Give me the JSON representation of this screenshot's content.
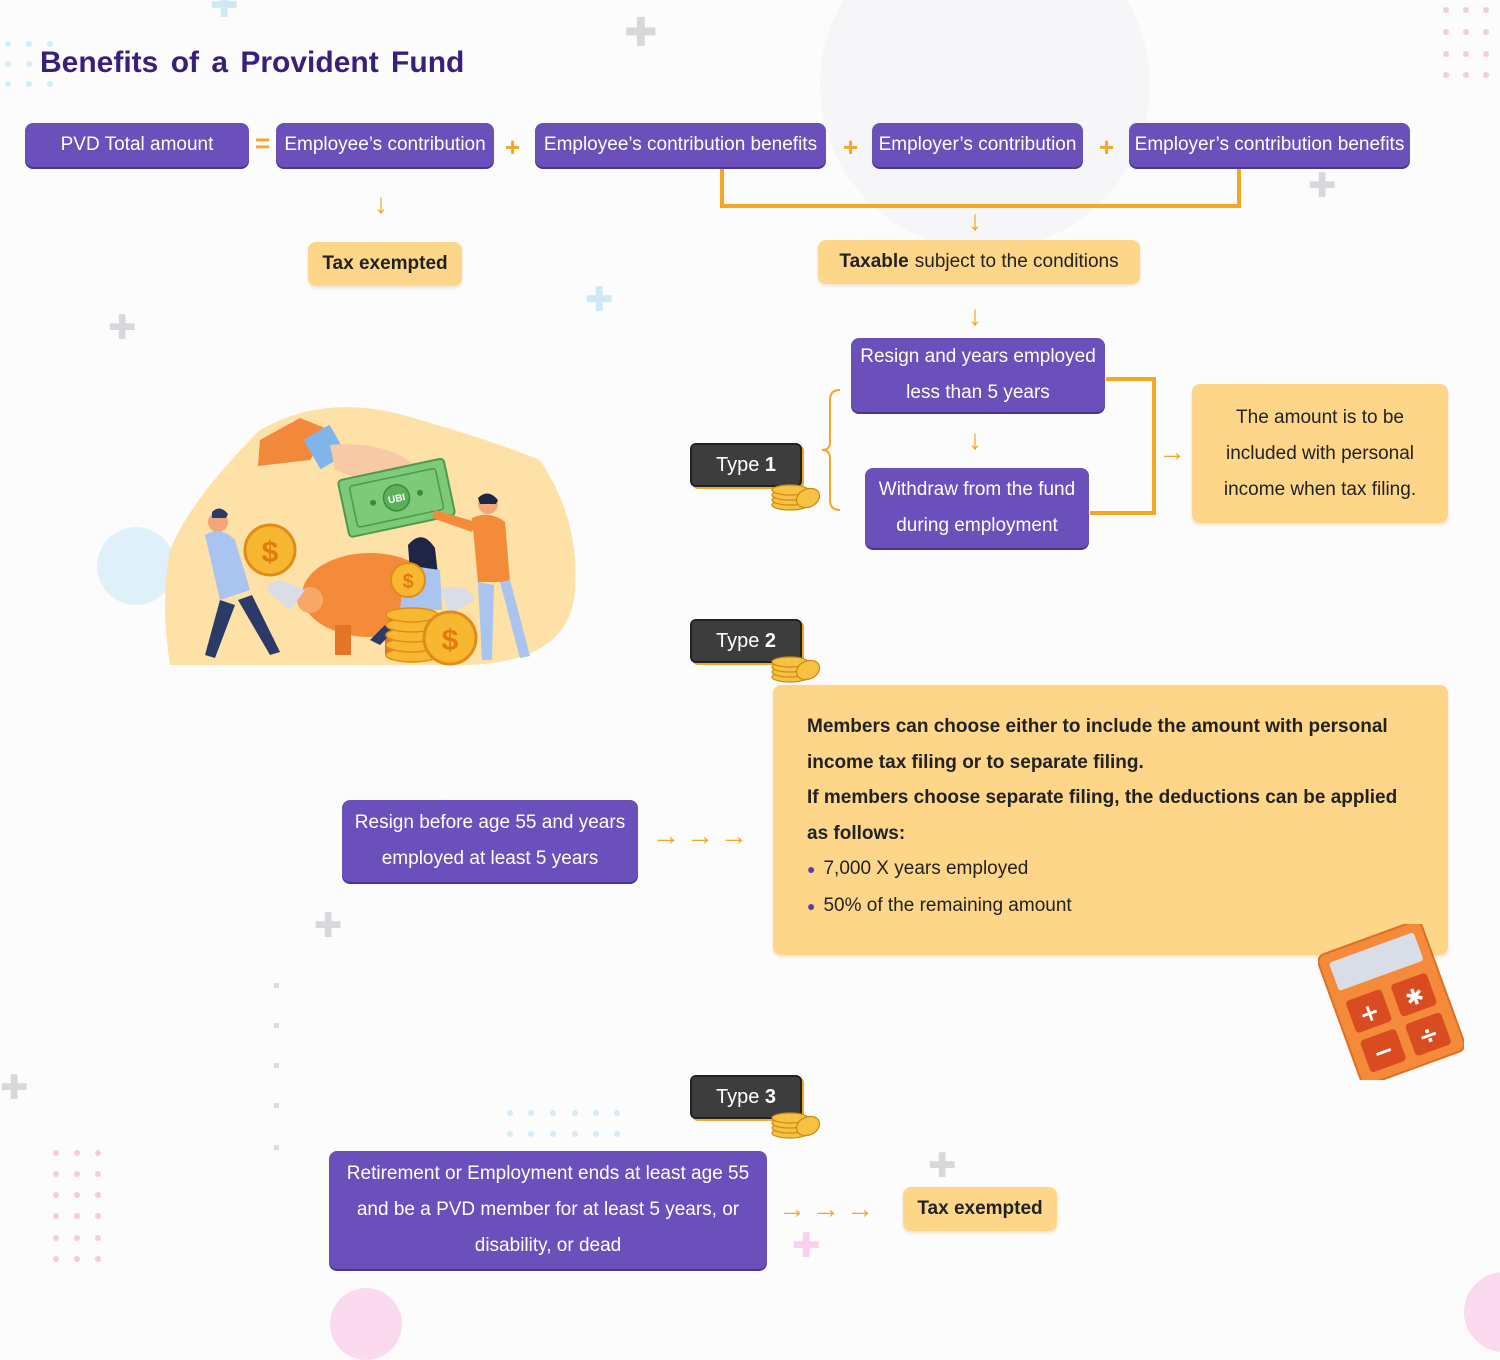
{
  "title": "Benefits of a Provident Fund",
  "equation": {
    "total": "PVD Total amount",
    "op_equals": "=",
    "op_plus": "+",
    "items": [
      "Employee’s contribution",
      "Employee’s contribution benefits",
      "Employer’s contribution",
      "Employer’s contribution benefits"
    ]
  },
  "tax_exempted_top": "Tax exempted",
  "taxable": {
    "bold": "Taxable",
    "rest": "subject to the conditions"
  },
  "type1": {
    "badge_label": "Type",
    "badge_num": "1",
    "condition_a": "Resign and years employed less than 5 years",
    "condition_b": "Withdraw from the fund during employment",
    "result": "The amount is to be included with personal income when tax filing."
  },
  "type2": {
    "badge_label": "Type",
    "badge_num": "2",
    "condition": "Resign before age 55 and years employed at least 5 years",
    "para1": "Members can choose either to include the amount with personal income tax filing or to separate filing.",
    "para2": "If members choose separate filing, the deductions can be applied as follows:",
    "bullets": [
      "7,000 X years employed",
      "50% of the remaining amount"
    ]
  },
  "type3": {
    "badge_label": "Type",
    "badge_num": "3",
    "condition": "Retirement or Employment ends at least age 55 and be a PVD member for at least 5 years, or disability, or dead",
    "result": "Tax exempted"
  },
  "illustration": {
    "banknote_text": "UBI",
    "coin_symbol": "$"
  },
  "calculator": {
    "keys": [
      "+",
      "✱",
      "−",
      "÷"
    ]
  },
  "colors": {
    "purple": "#6b4fbb",
    "peach": "#fdd68a",
    "accent": "#f5a623",
    "title": "#3a1f7a"
  },
  "icons": {
    "arrow_down": "↓",
    "arrow_right": "→"
  }
}
